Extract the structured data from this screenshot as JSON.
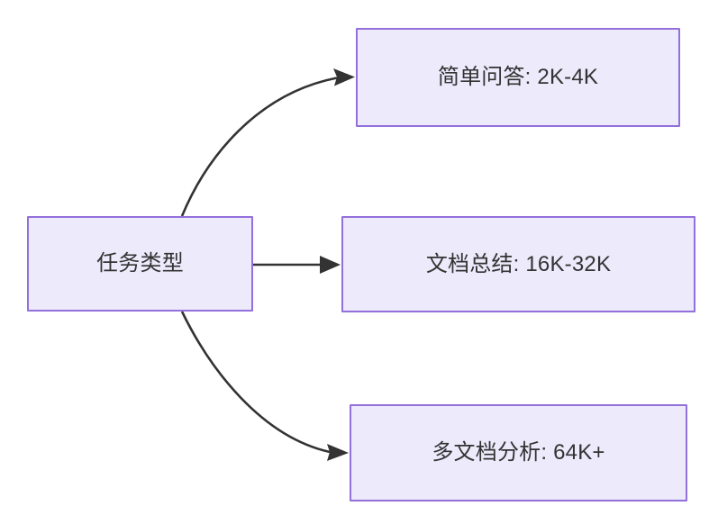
{
  "diagram": {
    "type": "flowchart",
    "direction": "left-to-right",
    "background_color": "#FFFFFF",
    "node_fill_color": "#ECEAFB",
    "node_border_color": "#9370DB",
    "node_text_color": "#333333",
    "edge_color": "#333333",
    "nodes": [
      {
        "id": "root",
        "label": "任务类型",
        "role": "source"
      },
      {
        "id": "simple-qa",
        "label": "简单问答: 2K-4K",
        "role": "target"
      },
      {
        "id": "doc-summary",
        "label": "文档总结: 16K-32K",
        "role": "target"
      },
      {
        "id": "multi-doc",
        "label": "多文档分析: 64K+",
        "role": "target"
      }
    ],
    "edges": [
      {
        "id": "edge-root-simple-qa",
        "from": "root",
        "to": "simple-qa",
        "style": "curved",
        "arrow": "filled-triangle"
      },
      {
        "id": "edge-root-doc-summary",
        "from": "root",
        "to": "doc-summary",
        "style": "straight",
        "arrow": "filled-triangle"
      },
      {
        "id": "edge-root-multi-doc",
        "from": "root",
        "to": "multi-doc",
        "style": "curved",
        "arrow": "filled-triangle"
      }
    ]
  }
}
